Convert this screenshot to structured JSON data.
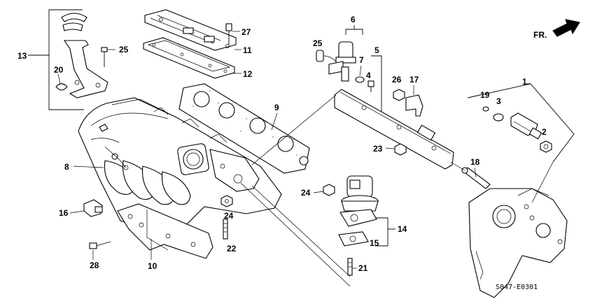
{
  "diagram": {
    "callouts": [
      "1",
      "2",
      "3",
      "4",
      "5",
      "6",
      "7",
      "8",
      "9",
      "10",
      "11",
      "12",
      "13",
      "14",
      "15",
      "16",
      "17",
      "18",
      "19",
      "20",
      "21",
      "22",
      "23",
      "24",
      "24",
      "25",
      "25",
      "26",
      "27",
      "28"
    ],
    "direction_label": "FR.",
    "drawing_code": "S047-E0301"
  }
}
